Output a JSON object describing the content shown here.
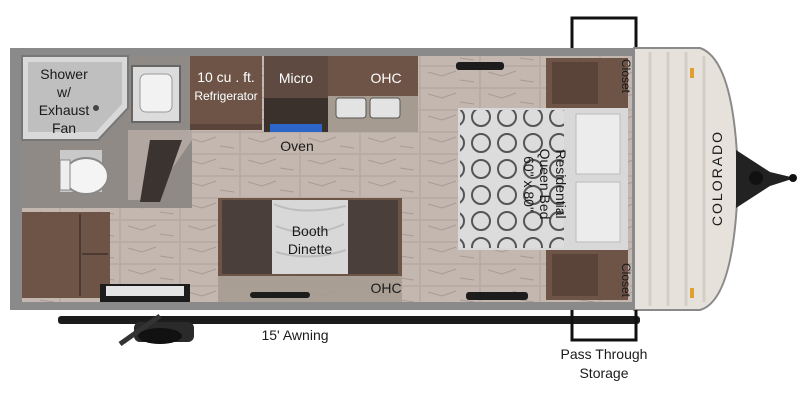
{
  "labels": {
    "shower": [
      "Shower",
      "w/",
      "Exhaust",
      "Fan"
    ],
    "refrigerator": [
      "10 cu . ft.",
      "Refrigerator"
    ],
    "micro": "Micro",
    "ohc_top": "OHC",
    "oven": "Oven",
    "bed": [
      "Residential",
      "Queen Bed",
      "60\" x 80\""
    ],
    "closet_top": "Closet",
    "closet_bottom": "Closet",
    "brand": "COLORADO",
    "booth": [
      "Booth",
      "Dinette"
    ],
    "ohc_bottom": "OHC",
    "awning": "15' Awning",
    "storage": [
      "Pass Through",
      "Storage"
    ]
  },
  "colors": {
    "wall": "#8a8a8a",
    "floor": "#b8aaa3",
    "cabinet": "#6e5447",
    "counter": "#9a9085",
    "bed": "#d8d8d8",
    "nose": "#e6e2db"
  },
  "icons": [
    "toilet-icon",
    "sink-icon",
    "stove-burner-icon",
    "hitch-icon",
    "wheel-icon",
    "step-icon"
  ]
}
